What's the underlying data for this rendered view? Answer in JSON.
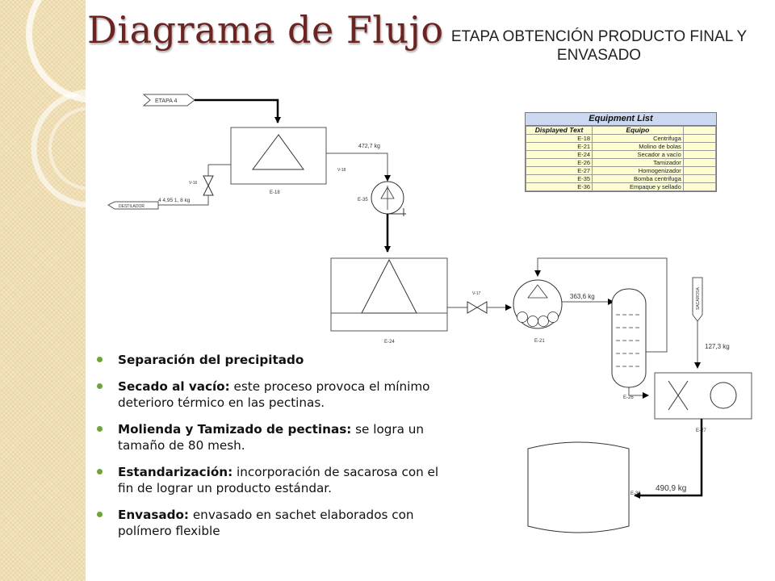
{
  "title": "Diagrama de Flujo",
  "stage_title_line1": "ETAPA OBTENCIÓN PRODUCTO FINAL Y",
  "stage_title_line2": "ENVASADO",
  "diagram": {
    "etapa4": "ETAPA 4",
    "destilador": "DESTILADOR",
    "sacarosa": "SACAROSA",
    "mass_472": "472,7 kg",
    "mass_44951": "4 4,95 1, 8 kg",
    "mass_363": "363,6 kg",
    "mass_127": "127,3 kg",
    "mass_490": "490,9 kg",
    "e18": "E-18",
    "e35": "E-35",
    "e24": "E-24",
    "e21": "E-21",
    "e26": "E-26",
    "e27": "E-27",
    "e36": "E-36",
    "v16": "V-16",
    "v18": "V-18",
    "v17": "V-17"
  },
  "equipment_list": {
    "title": "Equipment List",
    "headers": [
      "Displayed Text",
      "Equipo"
    ],
    "rows": [
      [
        "E-18",
        "Centrifuga"
      ],
      [
        "E-21",
        "Molino de bolas"
      ],
      [
        "E-24",
        "Secador a vacío"
      ],
      [
        "E-26",
        "Tamizador"
      ],
      [
        "E-27",
        "Homogenizador"
      ],
      [
        "E-35",
        "Bomba centrifuga"
      ],
      [
        "E-36",
        "Empaque y sellado"
      ]
    ]
  },
  "bullets": [
    {
      "bold": "Separación del precipitado",
      "text": ""
    },
    {
      "bold": "Secado al vacío:",
      "text": " este proceso provoca el mínimo deterioro térmico en las pectinas."
    },
    {
      "bold": "Molienda y Tamizado de pectinas:",
      "text": " se logra un tamaño de 80 mesh."
    },
    {
      "bold": "Estandarización:",
      "text": "  incorporación de sacarosa con el fin de lograr un producto estándar."
    },
    {
      "bold": "Envasado:",
      "text": " envasado en sachet elaborados con polímero  flexible"
    }
  ],
  "colors": {
    "title": "#6b2422",
    "bullet": "#6fa43a",
    "stripe": "#f3e4bd",
    "table_header": "#ccd7f0",
    "table_body": "#fdfdd0"
  }
}
